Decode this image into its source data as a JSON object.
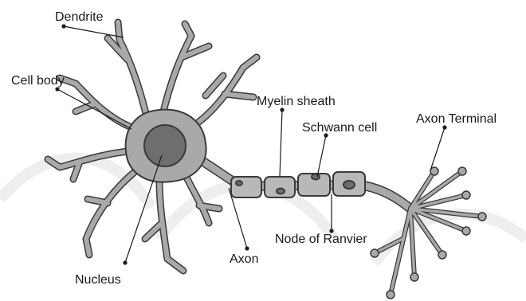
{
  "labels": {
    "dendrite": "Dendrite",
    "cell_body": "Cell body",
    "nucleus": "Nucleus",
    "myelin_sheath": "Myelin sheath",
    "schwann_cell": "Schwann cell",
    "axon_terminal": "Axon Terminal",
    "axon": "Axon",
    "node_of_ranvier": "Node of Ranvier"
  },
  "colors": {
    "cell_fill": "#a9a9a9",
    "nucleus_fill": "#6e6e6e",
    "outline": "#3a3a3a",
    "schwann_fill": "#b8b8b8",
    "background_mark": "#eeeeee",
    "text": "#1a1a1a"
  }
}
